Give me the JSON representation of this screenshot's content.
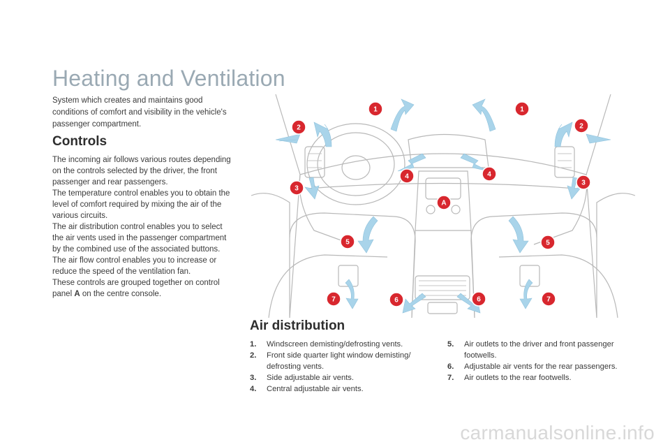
{
  "page": {
    "title": "Heating and Ventilation",
    "intro": "System which creates and maintains good conditions of comfort and visibility in the vehicle's passenger compartment."
  },
  "controls": {
    "heading": "Controls",
    "p1": "The incoming air follows various routes depending on the controls selected by the driver, the front passenger and rear passengers.",
    "p2": "The temperature control enables you to obtain the level of comfort required by mixing the air of the various circuits.",
    "p3": "The air distribution control enables you to select the air vents used in the passenger compartment by the combined use of the associated buttons.",
    "p4": "The air flow control enables you to increase or reduce the speed of the ventilation fan.",
    "p5_before": "These controls are grouped together on control panel ",
    "p5_bold": "A",
    "p5_after": " on the centre console."
  },
  "diagram": {
    "marker_color": "#d8272e",
    "arrow_color": "#a9d4ea",
    "markers": [
      "1",
      "1",
      "2",
      "2",
      "3",
      "3",
      "4",
      "4",
      "A",
      "5",
      "5",
      "6",
      "6",
      "7",
      "7"
    ]
  },
  "distribution": {
    "heading": "Air distribution",
    "left": [
      {
        "num": "1.",
        "text": "Windscreen demisting/defrosting vents."
      },
      {
        "num": "2.",
        "text": "Front side quarter light window demisting/ defrosting vents."
      },
      {
        "num": "3.",
        "text": "Side adjustable air vents."
      },
      {
        "num": "4.",
        "text": "Central adjustable air vents."
      }
    ],
    "right": [
      {
        "num": "5.",
        "text": "Air outlets to the driver and front passenger footwells."
      },
      {
        "num": "6.",
        "text": "Adjustable air vents for the rear passengers."
      },
      {
        "num": "7.",
        "text": "Air outlets to the rear footwells."
      }
    ]
  },
  "watermark": "carmanualsonline.info"
}
